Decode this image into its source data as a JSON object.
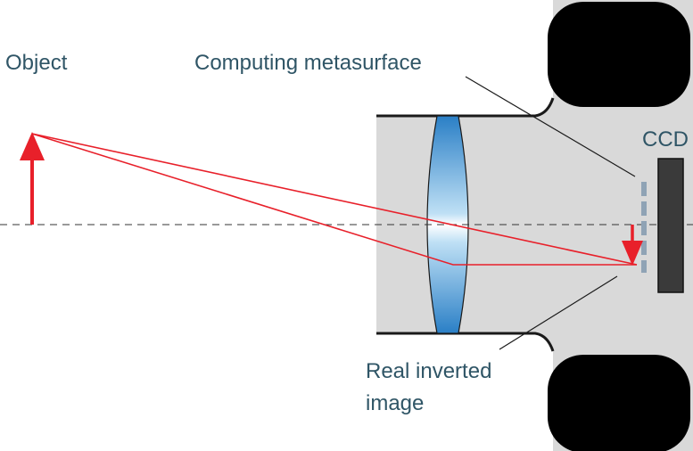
{
  "labels": {
    "object": "Object",
    "metasurface": "Computing metasurface",
    "ccd": "CCD",
    "image_line1": "Real inverted",
    "image_line2": "image"
  },
  "colors": {
    "camera_body": "#d9d9d9",
    "outline": "#1a1a1a",
    "ray": "#e8202a",
    "arrow": "#e8202a",
    "lens_edge": "#2f86c9",
    "lens_center": "#ffffff",
    "metasurface": "#8fa3b5",
    "ccd": "#3a3a3a",
    "text": "#2f5566"
  }
}
